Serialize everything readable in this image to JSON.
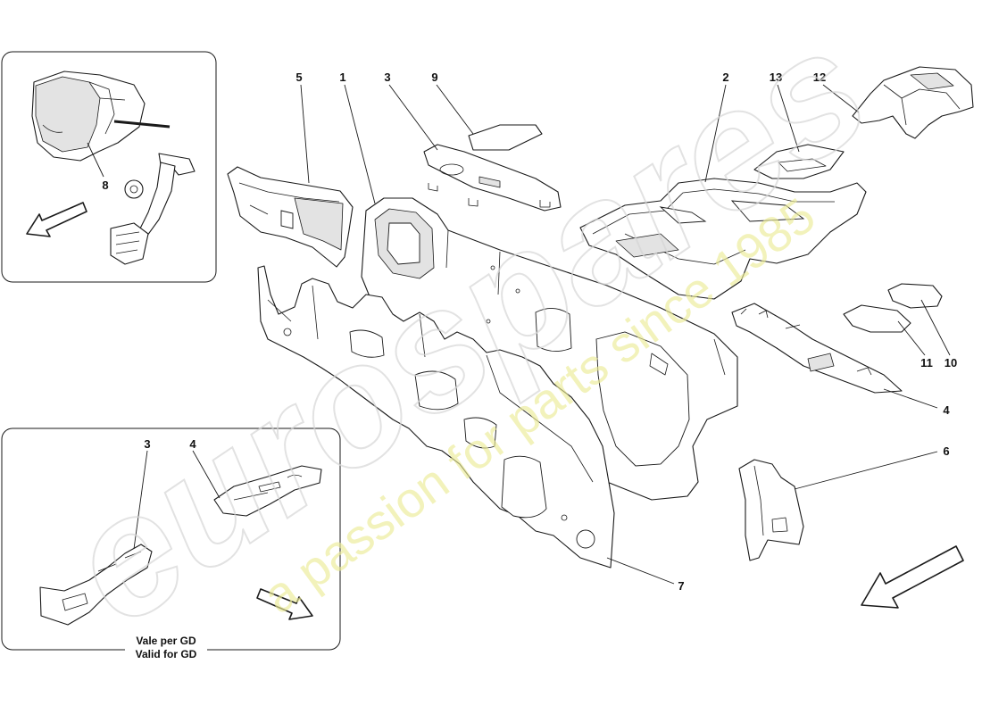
{
  "diagram": {
    "callouts": {
      "c1": "1",
      "c2": "2",
      "c3": "3",
      "c4": "4",
      "c5": "5",
      "c6": "6",
      "c7": "7",
      "c9": "9",
      "c10": "10",
      "c11": "11",
      "c12": "12",
      "c13": "13"
    },
    "inset_pedals": {
      "c8": "8"
    },
    "inset_gd": {
      "c3": "3",
      "c4": "4",
      "note_line1": "Vale per GD",
      "note_line2": "Valid for GD"
    }
  },
  "watermark": {
    "brand": "eurospares",
    "tagline": "a passion for parts since 1985"
  },
  "colors": {
    "line": "#1a1a1a",
    "part_fill": "#ffffff",
    "shade": "#e3e3e3",
    "watermark_outline": "#d6d6d6",
    "watermark_tagline": "#ecec98"
  },
  "icons": [
    "view-direction-arrow-icon"
  ]
}
